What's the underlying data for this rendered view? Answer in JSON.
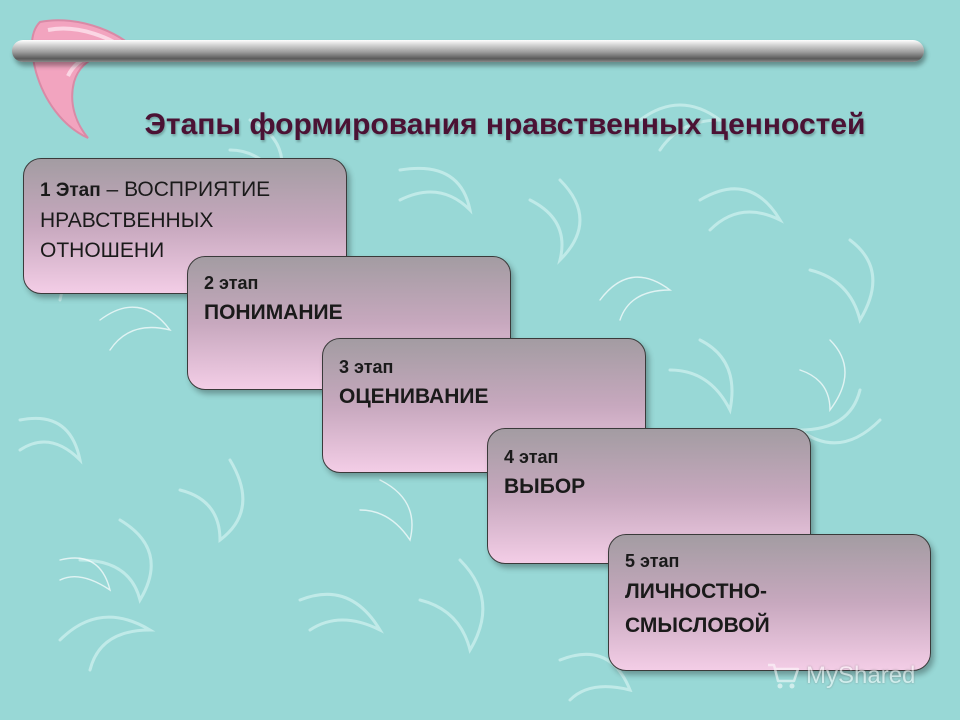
{
  "slide": {
    "title": "Этапы формирования нравственных ценностей"
  },
  "stages": [
    {
      "number": "1 Этап",
      "dash": " – ВОСПРИЯТИЕ",
      "name": " НРАВСТВЕННЫХ\nОТНОШЕНИ"
    },
    {
      "number": "2 этап",
      "name": "ПОНИМАНИЕ"
    },
    {
      "number": "3 этап",
      "name": "ОЦЕНИВАНИЕ"
    },
    {
      "number": "4 этап",
      "name": "ВЫБОР"
    },
    {
      "number": "5 этап",
      "name": "ЛИЧНОСТНО-\nСМЫСЛОВОЙ"
    }
  ],
  "watermark": {
    "text": "MyShared",
    "icon": "shopping-cart-icon"
  },
  "colors": {
    "background": "#98d8d6",
    "title": "#4b1234",
    "box_top": "#a39ca2",
    "box_bottom": "#f3cde6",
    "accent_boomerang": "#f2a4bf"
  }
}
